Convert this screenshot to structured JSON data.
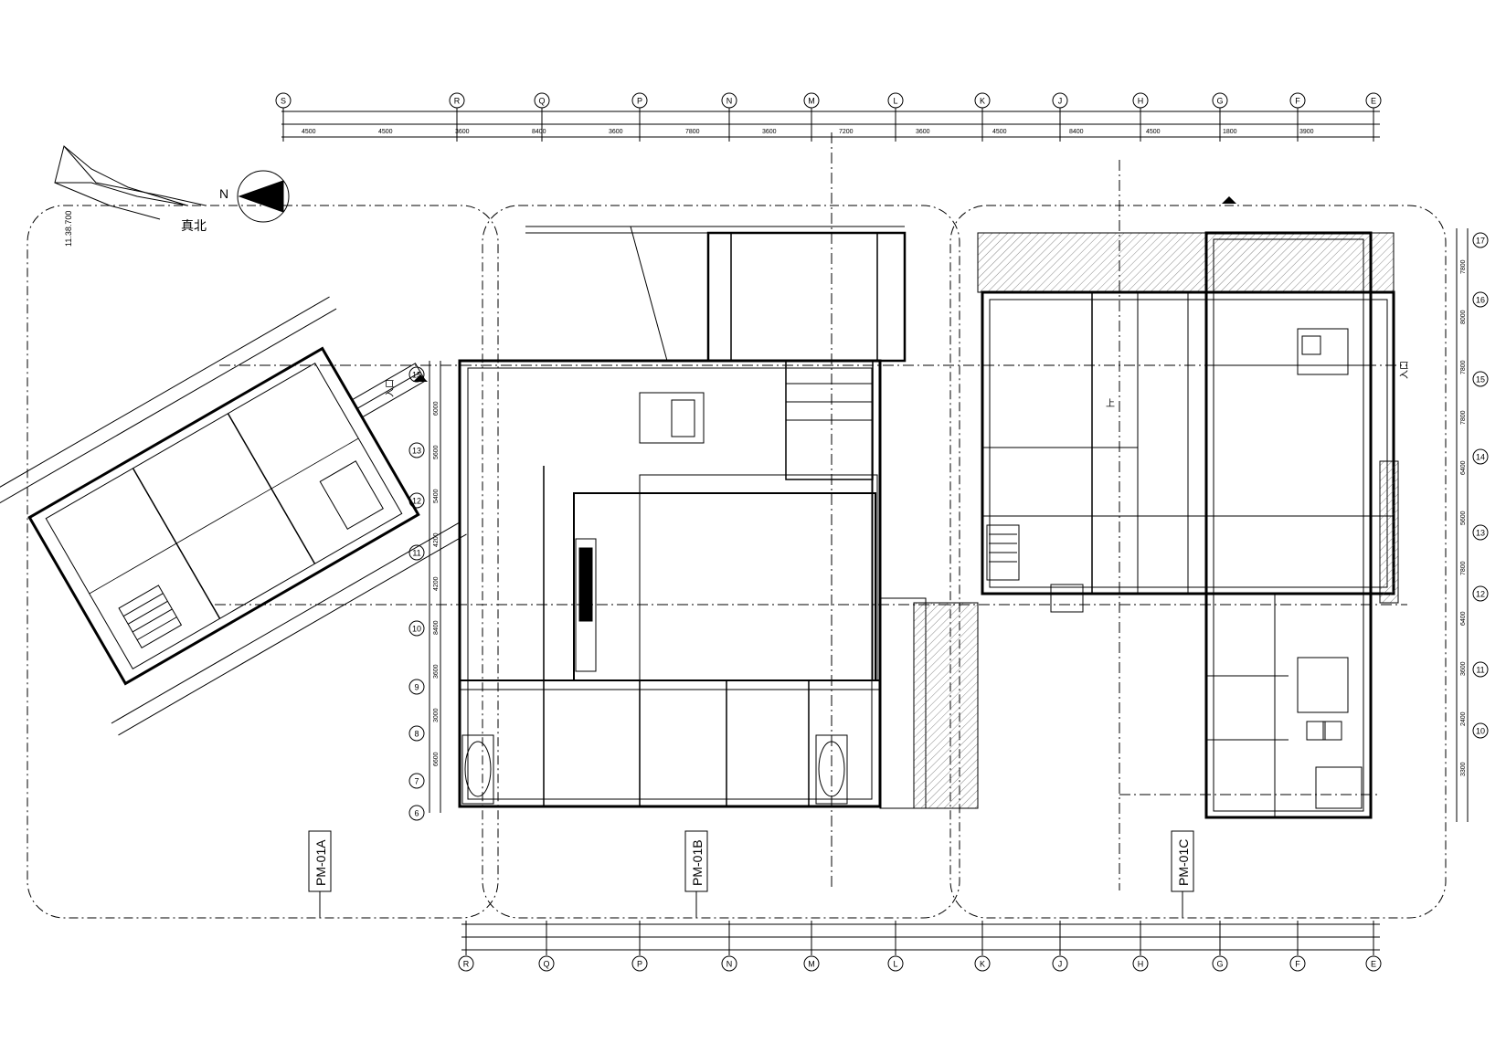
{
  "drawing": {
    "sections": [
      {
        "id": "a",
        "label": "PM-01A"
      },
      {
        "id": "b",
        "label": "PM-01B"
      },
      {
        "id": "c",
        "label": "PM-01C"
      }
    ],
    "north_label": "N",
    "compass_caption": "真北",
    "elevation_tag": "11.38.700",
    "top_grid_labels": [
      "S",
      "R",
      "Q",
      "P",
      "N",
      "M",
      "L",
      "K",
      "J",
      "H",
      "G",
      "F",
      "E"
    ],
    "bottom_grid_labels": [
      "R",
      "Q",
      "P",
      "N",
      "M",
      "L",
      "K",
      "J",
      "H",
      "G",
      "F",
      "E"
    ],
    "right_grid_labels": [
      "17",
      "16",
      "15",
      "14",
      "13",
      "12",
      "11",
      "10"
    ],
    "left_grid_labels": [
      "15",
      "13",
      "12",
      "11",
      "10",
      "9",
      "8",
      "7",
      "6"
    ],
    "dim_right": [
      "7800",
      "8000",
      "7800",
      "7800",
      "6400",
      "5600",
      "7800",
      "6400",
      "3600",
      "2400",
      "3300"
    ],
    "dim_left": [
      "6000",
      "5600",
      "5400",
      "4200",
      "4200",
      "8400",
      "3600",
      "3000",
      "6600"
    ],
    "dim_top": [
      "4500",
      "4500",
      "3600",
      "8400",
      "3600",
      "7800",
      "3600",
      "7200",
      "3600",
      "4500",
      "8400",
      "4500",
      "1800",
      "3900"
    ],
    "notes": {
      "entrance_a": "入口",
      "entrance_c": "入口",
      "stairs_up": "上"
    },
    "colors": {
      "ink": "#000000",
      "paper": "#ffffff",
      "hatch": "#444444"
    }
  }
}
